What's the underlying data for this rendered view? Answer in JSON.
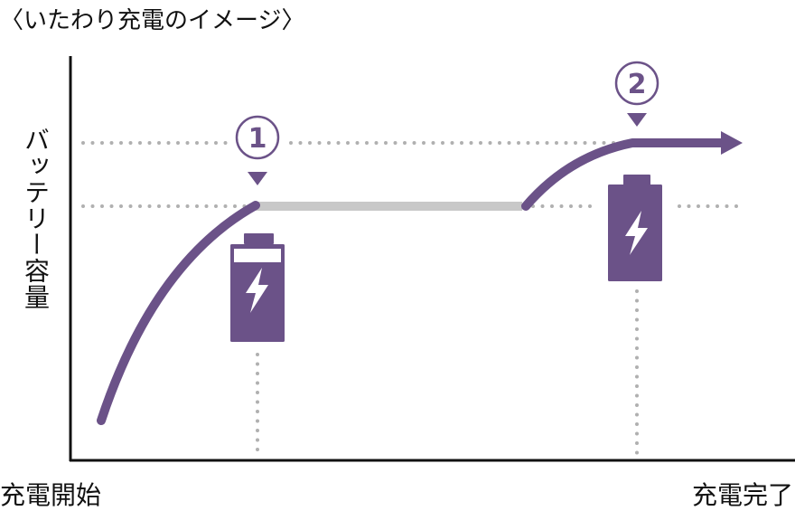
{
  "title": "〈いたわり充電のイメージ〉",
  "y_axis_label": "バッテリー容量",
  "x_axis_start_label": "充電開始",
  "x_axis_end_label": "充電完了",
  "markers": [
    {
      "label": "1"
    },
    {
      "label": "2"
    }
  ],
  "colors": {
    "accent": "#6b5288",
    "gray_line": "#c8c8c8",
    "dots": "#b0b0b0"
  }
}
